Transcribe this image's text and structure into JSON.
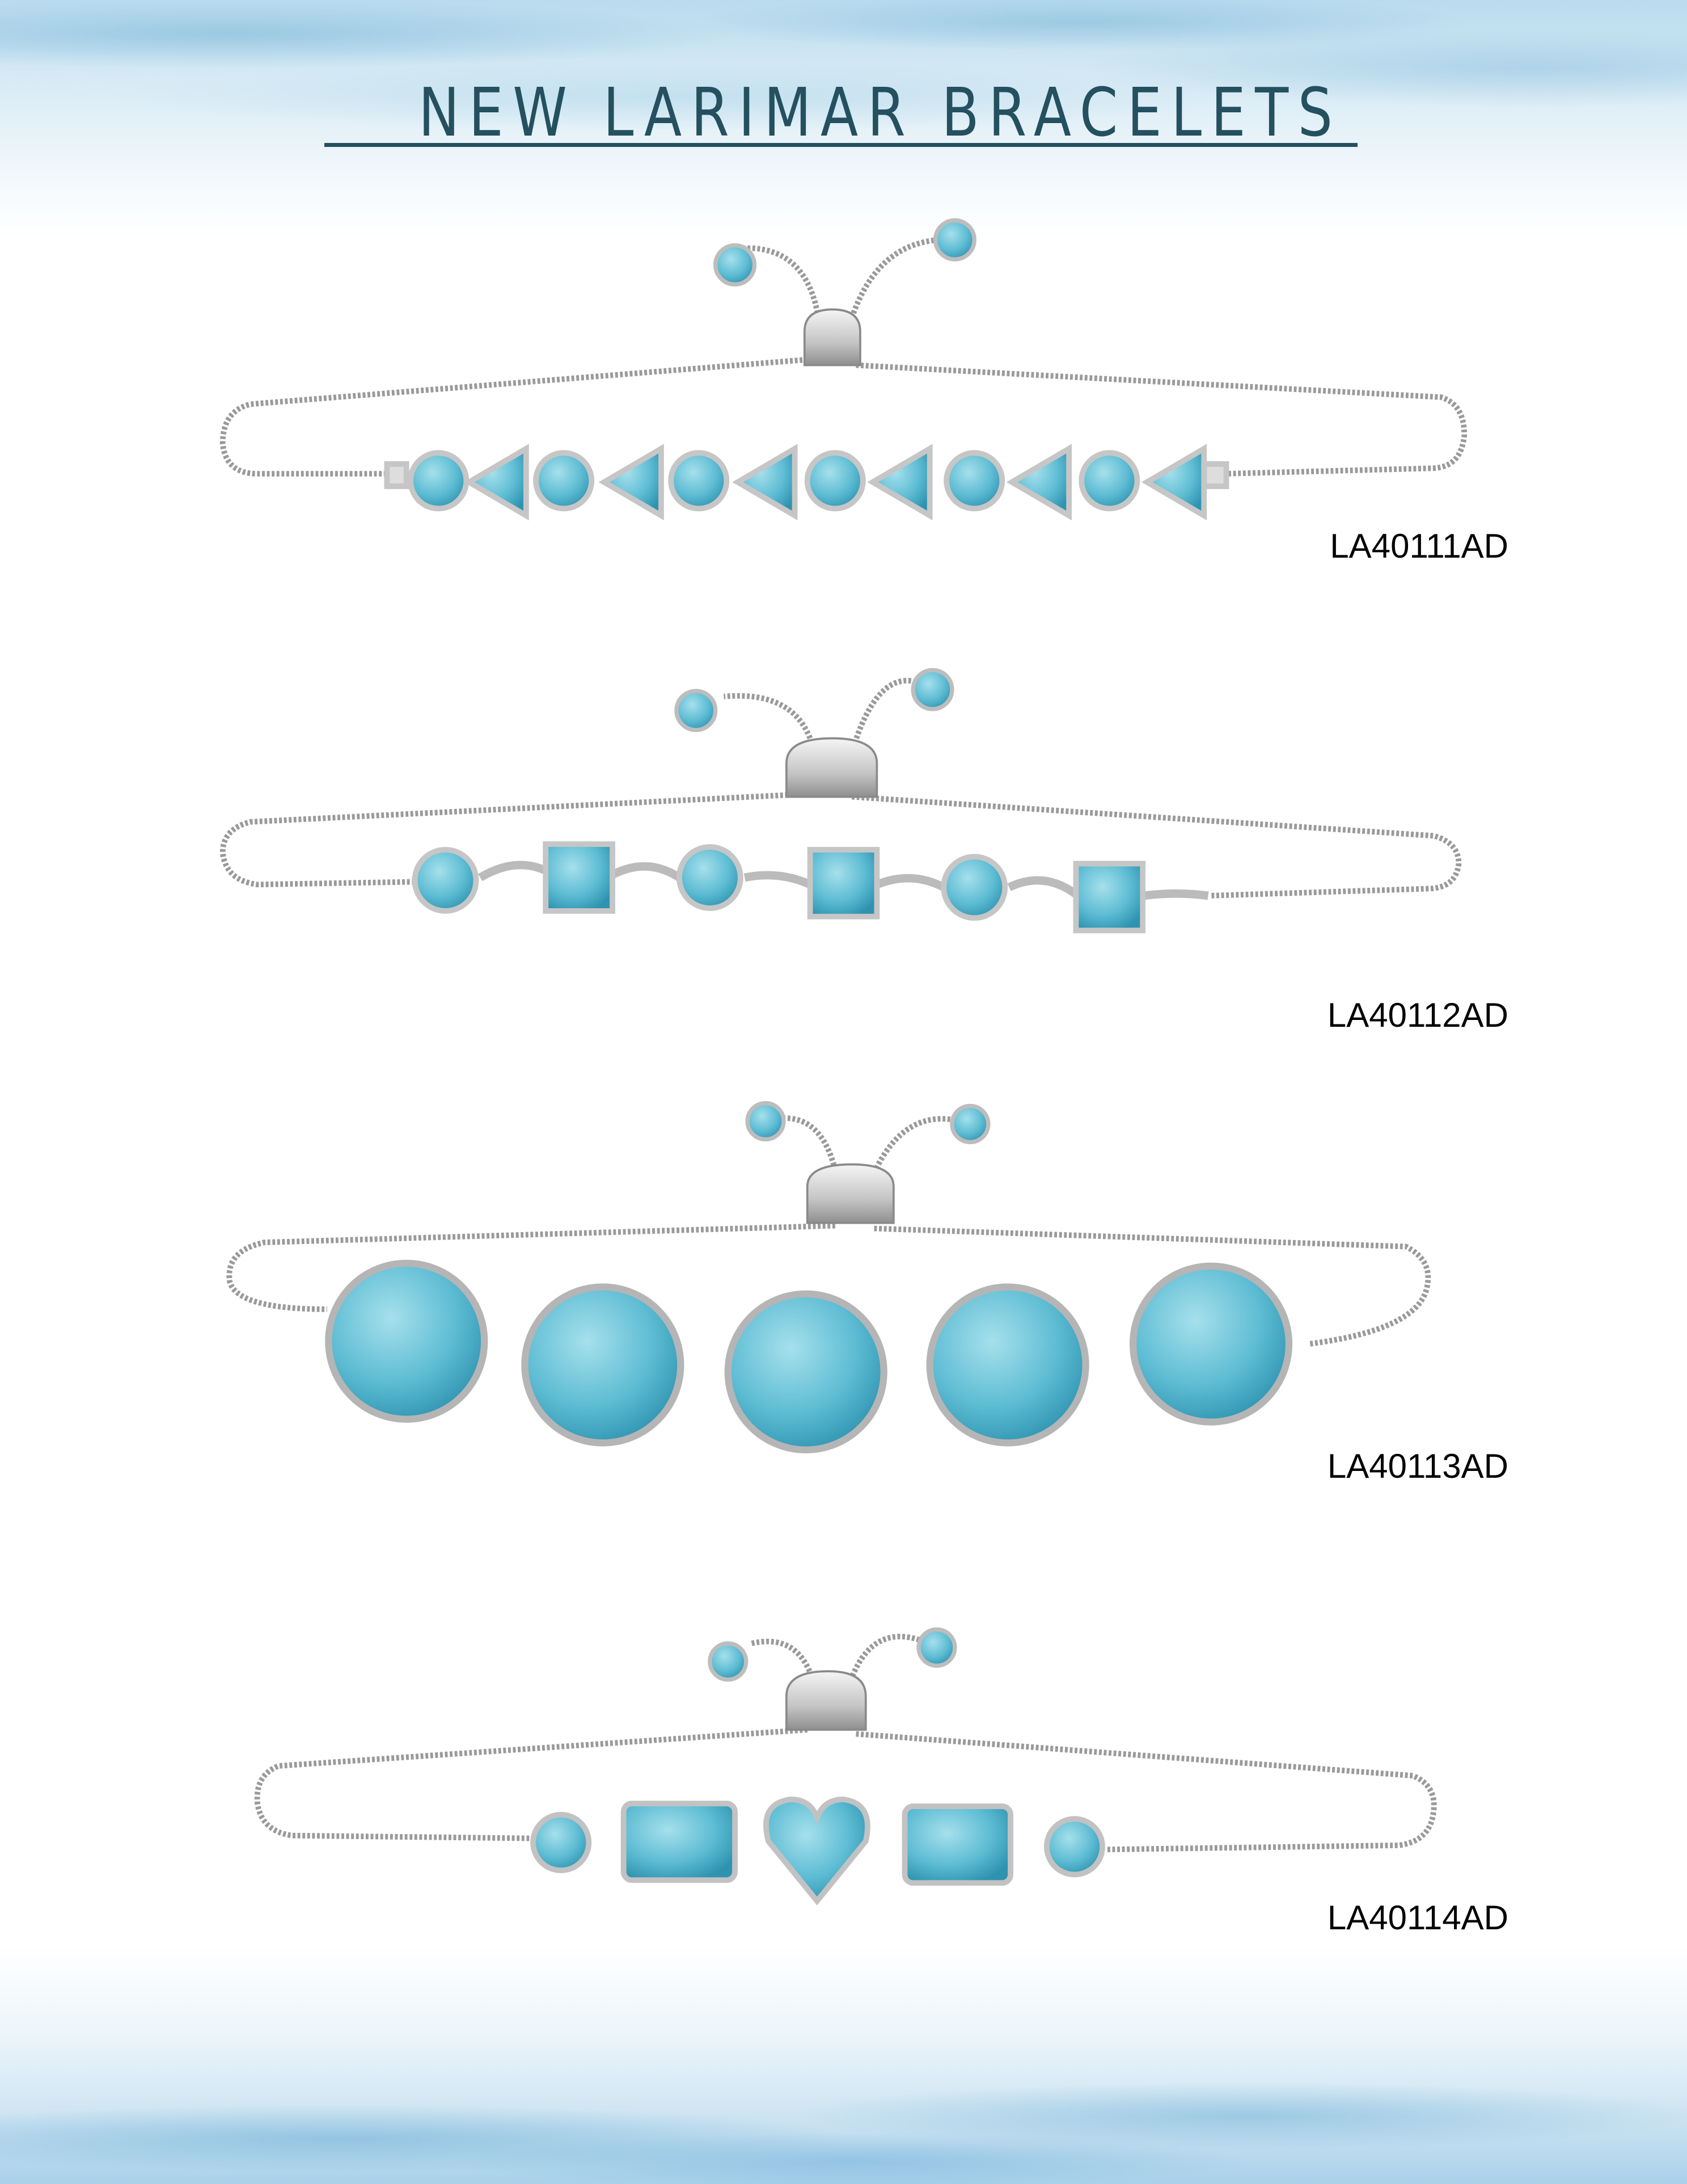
{
  "title": "NEW LARIMAR BRACELETS",
  "products": [
    {
      "code": "LA40111AD"
    },
    {
      "code": "LA40112AD"
    },
    {
      "code": "LA40113AD"
    },
    {
      "code": "LA40114AD"
    }
  ],
  "colors": {
    "title": "#24505f",
    "stone": "#4fb4cc",
    "silver": "#c9c9c9"
  }
}
